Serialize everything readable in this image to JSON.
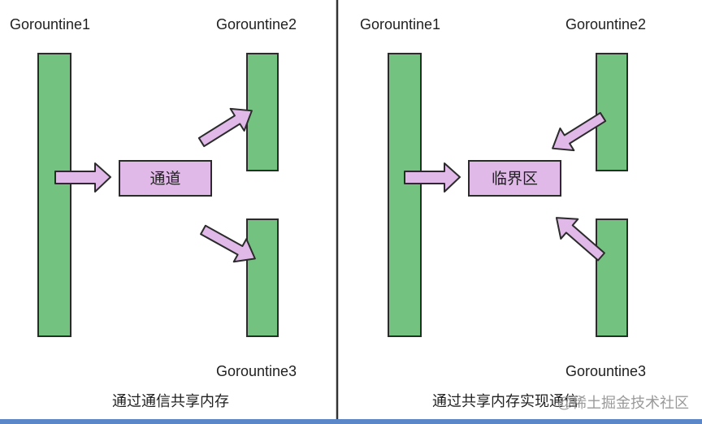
{
  "colors": {
    "thread_fill": "#74c27f",
    "box_fill": "#e0b9e8",
    "outline": "#2b2b2b",
    "divider": "#333333",
    "accent_border": "#5b86c8"
  },
  "left_panel": {
    "labels": {
      "g1": "Gorountine1",
      "g2": "Gorountine2",
      "g3": "Gorountine3"
    },
    "box_label": "通道",
    "caption": "通过通信共享内存"
  },
  "right_panel": {
    "labels": {
      "g1": "Gorountine1",
      "g2": "Gorountine2",
      "g3": "Gorountine3"
    },
    "box_label": "临界区",
    "caption": "通过共享内存实现通信"
  },
  "watermark": "@稀土掘金技术社区"
}
